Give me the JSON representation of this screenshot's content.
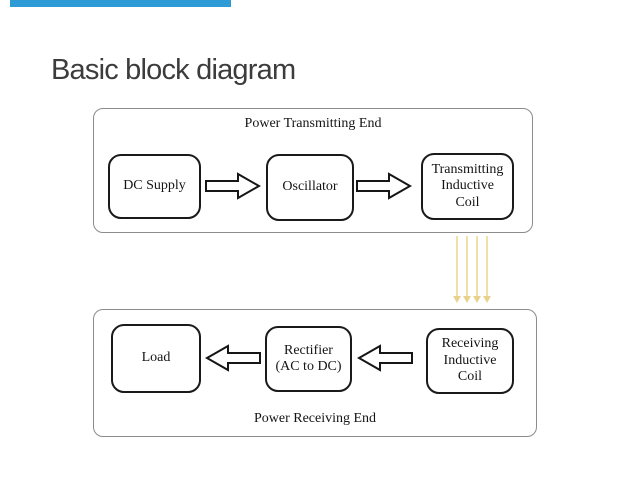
{
  "colors": {
    "accent": "#2E9BD6",
    "flow": "#F1E0A8",
    "flow-head": "#E8D28D",
    "container-border": "#8C8C8C",
    "block-border": "#1A1A1A"
  },
  "slide": {
    "title": "Basic block diagram"
  },
  "transmitting_section": {
    "title": "Power Transmitting End",
    "blocks": {
      "dc_supply": "DC Supply",
      "oscillator": "Oscillator",
      "tx_coil": "Transmitting\nInductive\nCoil"
    }
  },
  "receiving_section": {
    "title": "Power Receiving End",
    "blocks": {
      "load": "Load",
      "rectifier": "Rectifier\n(AC to DC)",
      "rx_coil": "Receiving\nInductive\nCoil"
    }
  }
}
